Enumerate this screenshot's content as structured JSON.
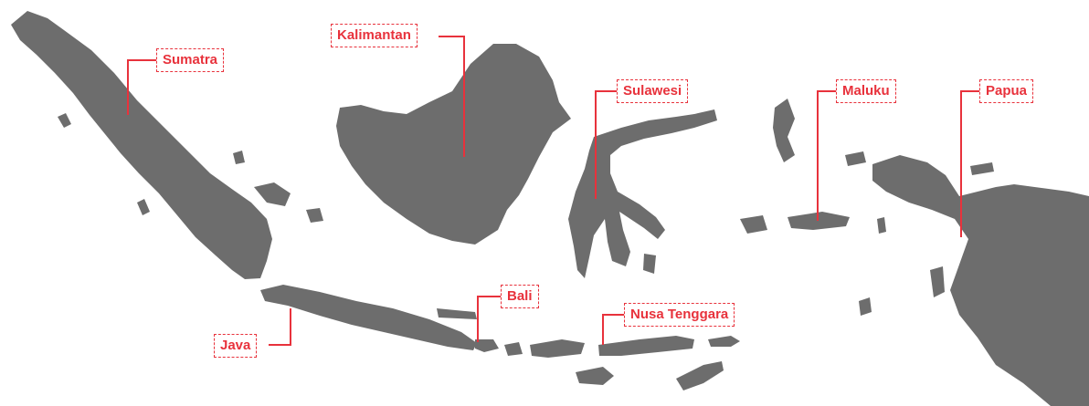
{
  "map": {
    "land_color": "#6d6d6d",
    "accent_color": "#e8323c",
    "regions": [
      {
        "id": "sumatra",
        "label": "Sumatra"
      },
      {
        "id": "kalimantan",
        "label": "Kalimantan"
      },
      {
        "id": "sulawesi",
        "label": "Sulawesi"
      },
      {
        "id": "maluku",
        "label": "Maluku"
      },
      {
        "id": "papua",
        "label": "Papua"
      },
      {
        "id": "java",
        "label": "Java"
      },
      {
        "id": "bali",
        "label": "Bali"
      },
      {
        "id": "nusa-tenggara",
        "label": "Nusa Tenggara"
      }
    ]
  }
}
